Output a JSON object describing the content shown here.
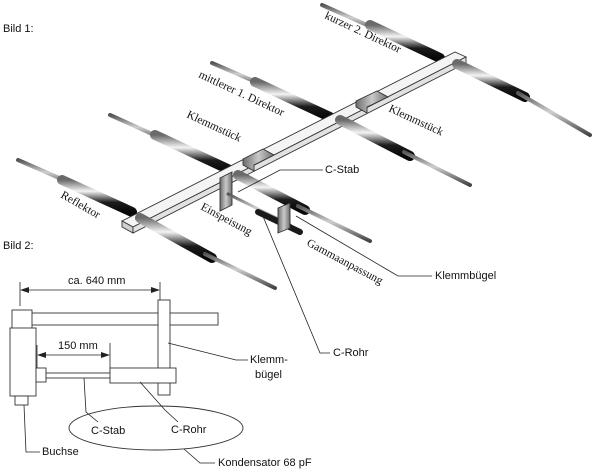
{
  "figure1": {
    "title": "Bild 1:",
    "labels": {
      "director2": "kurzer  2. Direktor",
      "director1": "mittlerer 1. Direktor",
      "clamp_left": "Klemmstück",
      "clamp_right": "Klemmstück",
      "reflector": "Reflektor",
      "c_rod": "C-Stab",
      "feed": "Einspeisung",
      "gamma": "Gammaanpassung",
      "clamp_bracket": "Klemmbügel",
      "c_tube": "C-Rohr"
    }
  },
  "figure2": {
    "title": "Bild 2:",
    "dim_long": "ca. 640 mm",
    "dim_short": "150 mm",
    "labels": {
      "clamp_bracket_1": "Klemm-",
      "clamp_bracket_2": "bügel",
      "c_rod": "C-Stab",
      "c_tube": "C-Rohr",
      "socket": "Buchse",
      "capacitor": "Kondensator 68 pF"
    }
  },
  "colors": {
    "line": "#333333",
    "element_dark": "#1a1a1a",
    "element_light": "#f2f2f2",
    "rod": "#8a8a8a",
    "clamp": "#9a9a9a"
  }
}
